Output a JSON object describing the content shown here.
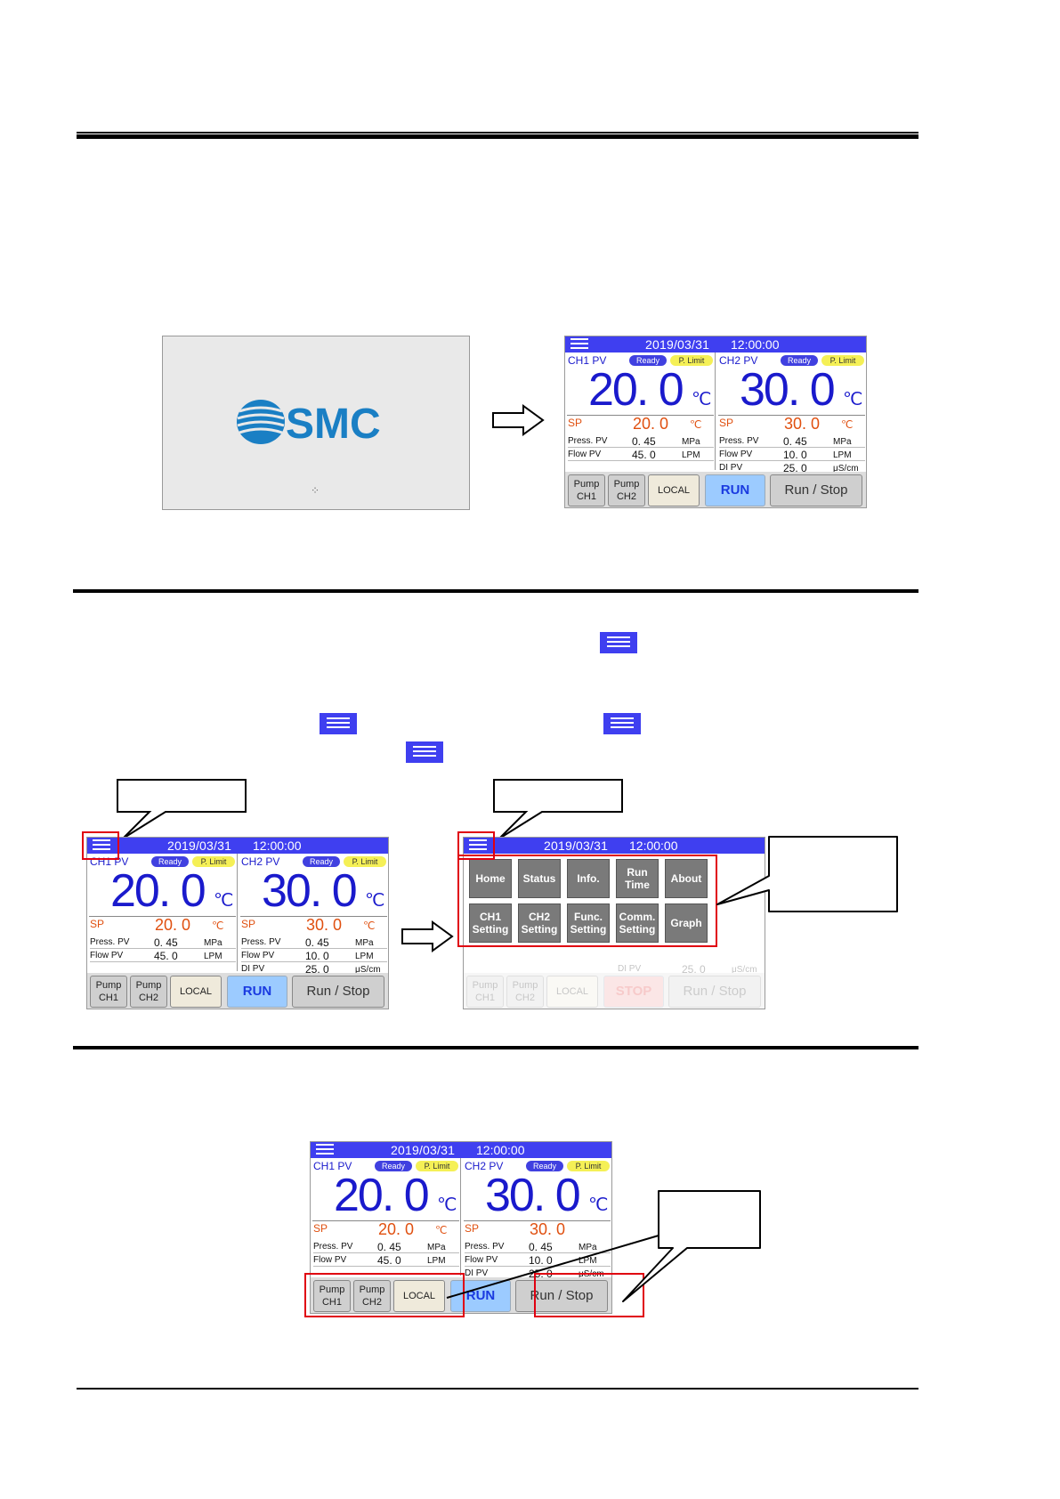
{
  "splash": {
    "logo_text": "SMC",
    "spinner": "⁘"
  },
  "panel": {
    "date": "2019/03/31",
    "time": "12:00:00",
    "ch1": {
      "label": "CH1 PV",
      "ready": "Ready",
      "plimit": "P. Limit",
      "pv": "20. 0",
      "unit": "℃",
      "sp_label": "SP",
      "sp_value": "20. 0",
      "sp_unit": "℃",
      "rows": [
        {
          "name": "Press. PV",
          "value": "0. 45",
          "unit": "MPa"
        },
        {
          "name": "Flow PV",
          "value": "45. 0",
          "unit": "LPM"
        }
      ]
    },
    "ch2": {
      "label": "CH2 PV",
      "ready": "Ready",
      "plimit": "P. Limit",
      "pv": "30. 0",
      "unit": "℃",
      "sp_label": "SP",
      "sp_value": "30. 0",
      "sp_unit": "℃",
      "rows": [
        {
          "name": "Press. PV",
          "value": "0. 45",
          "unit": "MPa"
        },
        {
          "name": "Flow PV",
          "value": "10. 0",
          "unit": "LPM"
        },
        {
          "name": "DI PV",
          "value": "25. 0",
          "unit": "μS/cm"
        }
      ]
    },
    "buttons": {
      "pump_ch1_a": "Pump",
      "pump_ch1_b": "CH1",
      "pump_ch2_a": "Pump",
      "pump_ch2_b": "CH2",
      "local": "LOCAL",
      "run": "RUN",
      "stop": "STOP",
      "run_stop": "Run / Stop"
    }
  },
  "menu": {
    "home": "Home",
    "status": "Status",
    "info": "Info.",
    "run_time_a": "Run",
    "run_time_b": "Time",
    "about": "About",
    "ch1_a": "CH1",
    "ch1_b": "Setting",
    "ch2_a": "CH2",
    "ch2_b": "Setting",
    "func_a": "Func.",
    "func_b": "Setting",
    "comm_a": "Comm.",
    "comm_b": "Setting",
    "graph": "Graph"
  },
  "colors": {
    "header_blue": "#3f3ff0",
    "pv_blue": "#1a1acc",
    "sp_orange": "#e05010",
    "highlight_red": "#e00010",
    "smc_blue": "#1a7fc4"
  }
}
